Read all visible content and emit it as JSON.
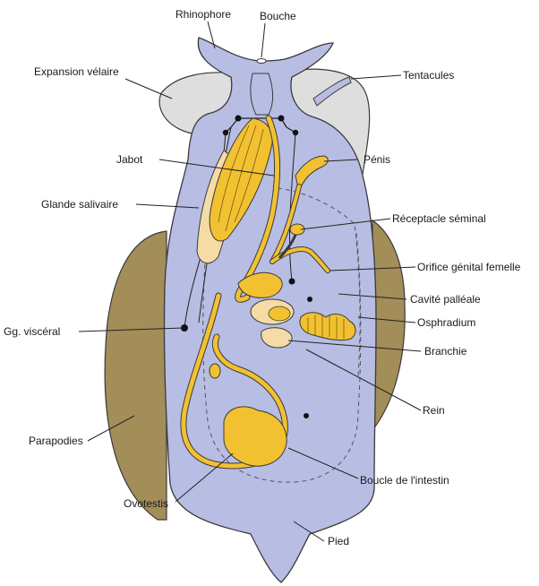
{
  "labels": {
    "rhinophore": "Rhinophore",
    "bouche": "Bouche",
    "expansion_velaire": "Expansion vélaire",
    "tentacules": "Tentacules",
    "jabot": "Jabot",
    "penis": "Pénis",
    "glande_salivaire": "Glande salivaire",
    "receptacle_seminal": "Réceptacle séminal",
    "orifice_genital_femelle": "Orifice génital femelle",
    "cavite_palleale": "Cavité palléale",
    "gg_visceral": "Gg. viscéral",
    "osphradium": "Osphradium",
    "branchie": "Branchie",
    "rein": "Rein",
    "parapodies": "Parapodies",
    "boucle_intestin": "Boucle de l'intestin",
    "ovotestis": "Ovotestis",
    "pied": "Pied"
  },
  "colors": {
    "body": "#b8bde3",
    "parapodia": "#a38d58",
    "velar": "#dedede",
    "organ": "#f2c131",
    "organ_light": "#f5dca6",
    "outline": "#3a3a3a"
  }
}
